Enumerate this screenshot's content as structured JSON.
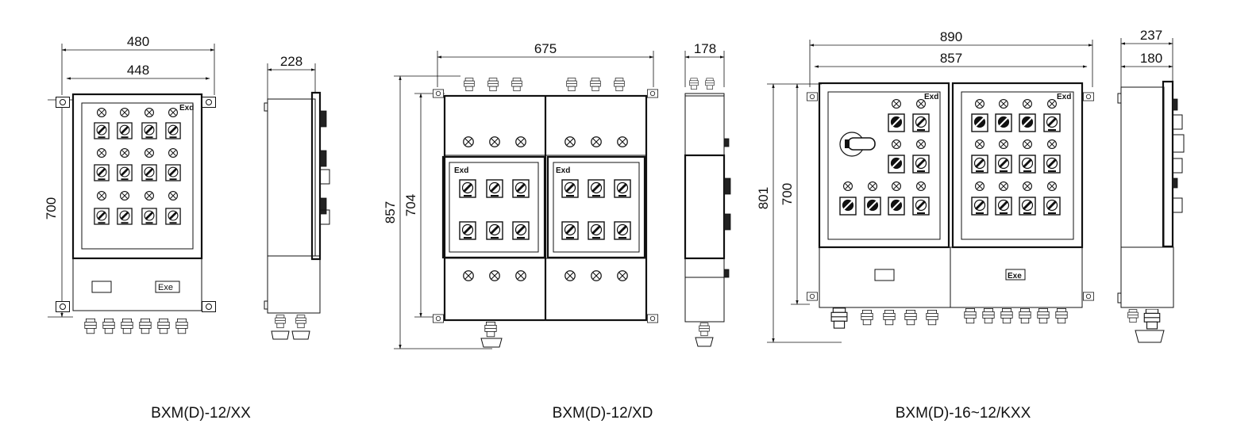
{
  "views": [
    {
      "caption": "BXM(D)-12/XX",
      "front": {
        "outer_width": "480",
        "inner_width": "448",
        "height": "700",
        "marking": "Exd",
        "lower_marking": "Exe"
      },
      "side": {
        "depth": "228"
      }
    },
    {
      "caption": "BXM(D)-12/XD",
      "front": {
        "outer_width": "675",
        "outer_height": "857",
        "inner_height": "704",
        "marking_left": "Exd",
        "marking_right": "Exd"
      },
      "side": {
        "depth": "178"
      }
    },
    {
      "caption": "BXM(D)-16~12/KXX",
      "front": {
        "outer_width": "890",
        "inner_width": "857",
        "outer_height": "801",
        "inner_height": "700",
        "marking_left": "Exd",
        "marking_right": "Exd",
        "lower_marking": "Exe"
      },
      "side": {
        "outer_depth": "237",
        "inner_depth": "180"
      }
    }
  ],
  "icons": [
    "indicator-lamp-icon",
    "rotary-switch-icon",
    "operating-handle-icon",
    "cable-gland-icon",
    "mounting-lug-icon"
  ]
}
